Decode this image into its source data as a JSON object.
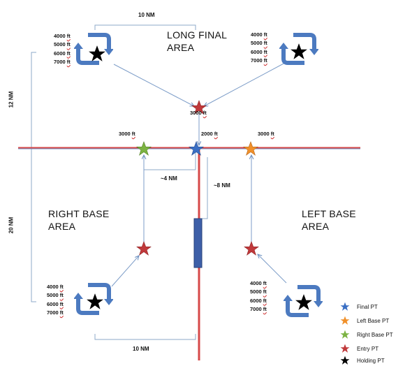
{
  "areas": {
    "long_final": [
      "LONG FINAL",
      "AREA"
    ],
    "right_base": [
      "RIGHT BASE",
      "AREA"
    ],
    "left_base": [
      "LEFT BASE",
      "AREA"
    ]
  },
  "distances": {
    "top_width": "10 NM",
    "bottom_width": "10 NM",
    "left_upper": "12 NM",
    "left_lower": "20 NM",
    "approx_4": "~4 NM",
    "approx_8": "~8 NM"
  },
  "altitudes": {
    "entry_final": "3000",
    "right_base_pt": "3000",
    "final_pt": "2000",
    "left_base_pt": "3000",
    "unit": "ft"
  },
  "holding_stack": [
    "4000",
    "5000",
    "6000",
    "7000"
  ],
  "legend": [
    {
      "label": "Final PT",
      "color": "#3a6fc4"
    },
    {
      "label": "Left Base PT",
      "color": "#f0902a"
    },
    {
      "label": "Right Base PT",
      "color": "#7cb342"
    },
    {
      "label": "Entry PT",
      "color": "#c0393b"
    },
    {
      "label": "Holding PT",
      "color": "#000000"
    }
  ]
}
